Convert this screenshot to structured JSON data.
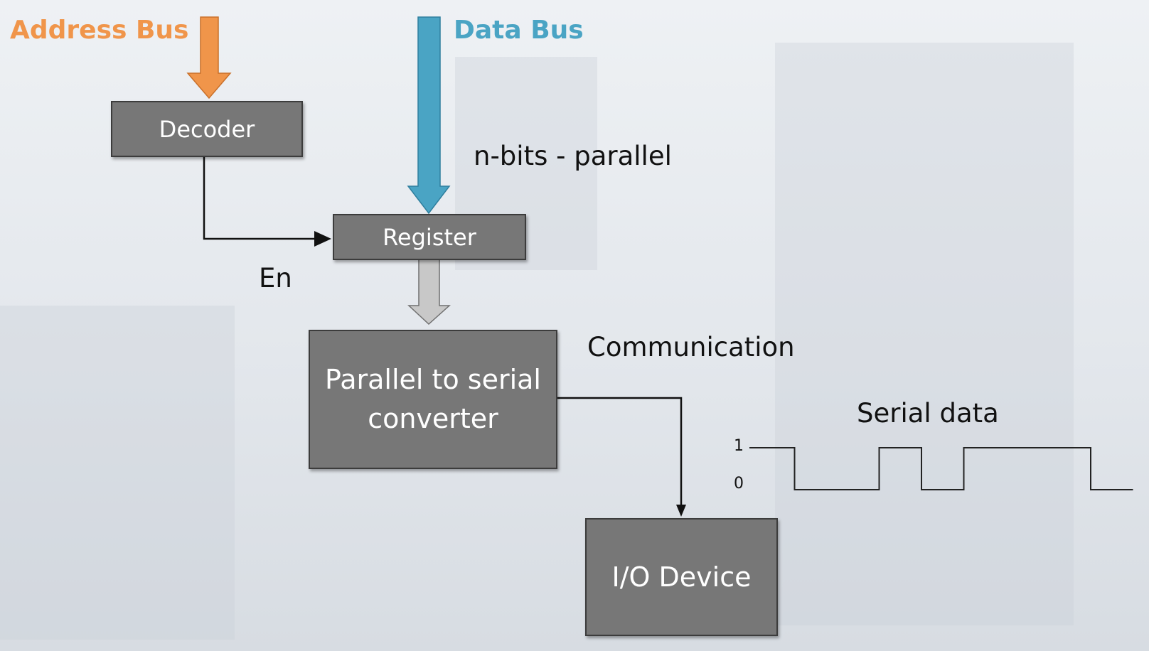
{
  "labels": {
    "address_bus": "Address Bus",
    "data_bus": "Data Bus",
    "n_bits": "n-bits - parallel",
    "enable": "En",
    "communication": "Communication",
    "serial_data": "Serial data",
    "level_high": "1",
    "level_low": "0"
  },
  "blocks": {
    "decoder": "Decoder",
    "register": "Register",
    "converter_line1": "Parallel to serial",
    "converter_line2": "converter",
    "io_device": "I/O Device"
  },
  "serial_bits": [
    1,
    0,
    0,
    1,
    0,
    1,
    1,
    1,
    0
  ],
  "colors": {
    "address_bus": "#f0954a",
    "data_bus": "#4aa4c4",
    "register_output_arrow": "#c8c8c8",
    "block_fill": "#777777",
    "block_border": "#3c3c3c"
  }
}
